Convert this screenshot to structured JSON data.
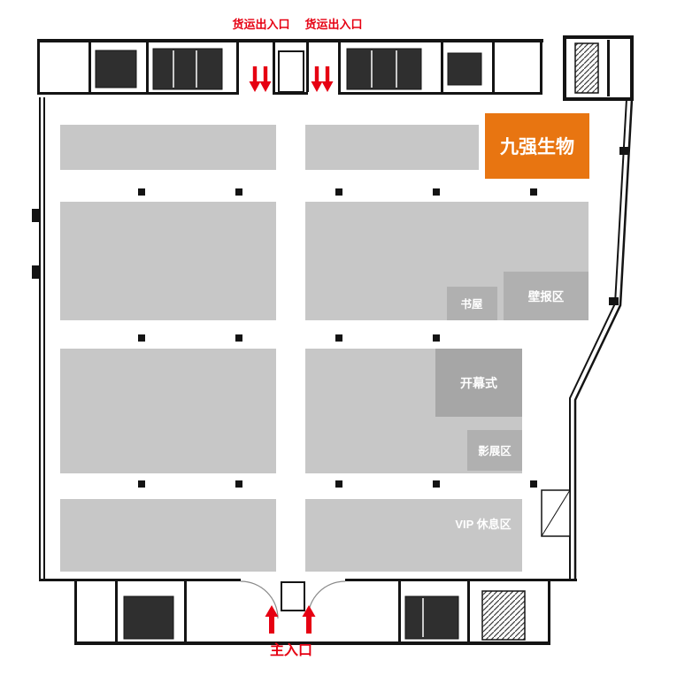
{
  "colors": {
    "booth_orange": "#e87511",
    "hall_gray": "#c7c7c7",
    "subarea_gray": "#b0b0b0",
    "entrance_red": "#e60012",
    "wall_black": "#141414"
  },
  "labels": {
    "freight_entrance_left": "货运出入口",
    "freight_entrance_right": "货运出入口",
    "main_entrance": "主入口",
    "booth": "九强生物",
    "book_house": "书屋",
    "poster_area": "壁报区",
    "opening_ceremony": "开幕式",
    "photo_area": "影展区",
    "vip_lounge": "VIP 休息区"
  }
}
